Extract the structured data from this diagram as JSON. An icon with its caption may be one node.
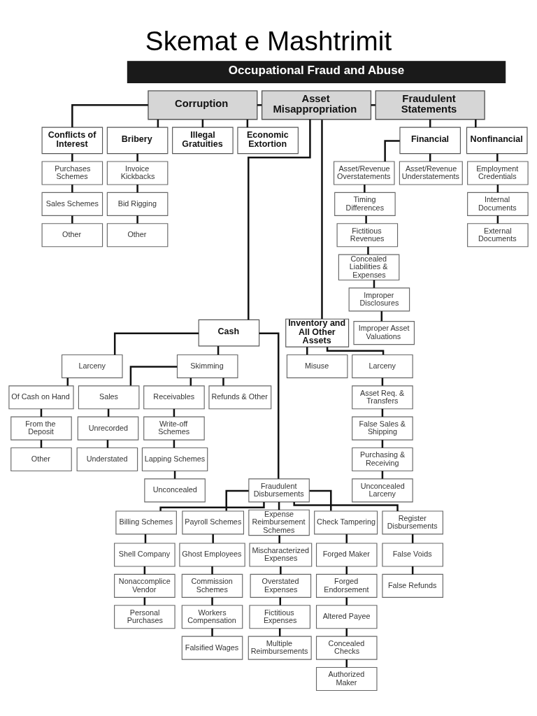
{
  "diagram": {
    "title": "Skemat e Mashtrimit",
    "nodes": [
      {
        "text": [
          "Occupational Fraud and Abuse"
        ]
      },
      {
        "text": [
          "Corruption"
        ]
      },
      {
        "text": [
          "Asset Misappropriation"
        ]
      },
      {
        "text": [
          "Fraudulent Statements"
        ]
      },
      {
        "text": [
          "Conflicts of Interest"
        ]
      },
      {
        "text": [
          "Bribery"
        ]
      },
      {
        "text": [
          "Illegal Gratuities"
        ]
      },
      {
        "text": [
          "Economic Extortion"
        ]
      },
      {
        "text": [
          "Purchases Schemes"
        ]
      },
      {
        "text": [
          "Sales Schemes"
        ]
      },
      {
        "text": [
          "Other"
        ]
      },
      {
        "text": [
          "Invoice Kickbacks"
        ]
      },
      {
        "text": [
          "Bid Rigging"
        ]
      },
      {
        "text": [
          "Other"
        ]
      },
      {
        "text": [
          "Financial"
        ]
      },
      {
        "text": [
          "Nonfinancial"
        ]
      },
      {
        "text": [
          "Asset/Revenue Overstatements"
        ]
      },
      {
        "text": [
          "Asset/Revenue Understatements"
        ]
      },
      {
        "text": [
          "Timing Differences"
        ]
      },
      {
        "text": [
          "Fictitious Revenues"
        ]
      },
      {
        "text": [
          "Concealed Liabilities & Expenses"
        ]
      },
      {
        "text": [
          "Improper Disclosures"
        ]
      },
      {
        "text": [
          "Improper Asset Valuations"
        ]
      },
      {
        "text": [
          "Employment Credentials"
        ]
      },
      {
        "text": [
          "Internal Documents"
        ]
      },
      {
        "text": [
          "External Documents"
        ]
      },
      {
        "text": [
          "Cash"
        ]
      },
      {
        "text": [
          "Inventory and All Other Assets"
        ]
      },
      {
        "text": [
          "Larceny"
        ]
      },
      {
        "text": [
          "Skimming"
        ]
      },
      {
        "text": [
          "Misuse"
        ]
      },
      {
        "text": [
          "Larceny"
        ]
      },
      {
        "text": [
          "Of Cash on Hand"
        ]
      },
      {
        "text": [
          "From the Deposit"
        ]
      },
      {
        "text": [
          "Other"
        ]
      },
      {
        "text": [
          "Sales"
        ]
      },
      {
        "text": [
          "Receivables"
        ]
      },
      {
        "text": [
          "Refunds & Other"
        ]
      },
      {
        "text": [
          "Unrecorded"
        ]
      },
      {
        "text": [
          "Write-off Schemes"
        ]
      },
      {
        "text": [
          "Understated"
        ]
      },
      {
        "text": [
          "Lapping Schemes"
        ]
      },
      {
        "text": [
          "Unconcealed"
        ]
      },
      {
        "text": [
          "Asset Req. & Transfers"
        ]
      },
      {
        "text": [
          "False Sales & Shipping"
        ]
      },
      {
        "text": [
          "Purchasing & Receiving"
        ]
      },
      {
        "text": [
          "Unconcealed Larceny"
        ]
      },
      {
        "text": [
          "Fraudulent Disbursements"
        ]
      },
      {
        "text": [
          "Billing Schemes"
        ]
      },
      {
        "text": [
          "Payroll Schemes"
        ]
      },
      {
        "text": [
          "Expense Reimbursement Schemes"
        ]
      },
      {
        "text": [
          "Check Tampering"
        ]
      },
      {
        "text": [
          "Register Disbursements"
        ]
      },
      {
        "text": [
          "Shell Company"
        ]
      },
      {
        "text": [
          "Ghost Employees"
        ]
      },
      {
        "text": [
          "Mischaracterized Expenses"
        ]
      },
      {
        "text": [
          "Forged Maker"
        ]
      },
      {
        "text": [
          "False Voids"
        ]
      },
      {
        "text": [
          "Nonaccomplice Vendor"
        ]
      },
      {
        "text": [
          "Commission Schemes"
        ]
      },
      {
        "text": [
          "Overstated Expenses"
        ]
      },
      {
        "text": [
          "Forged Endorsement"
        ]
      },
      {
        "text": [
          "False Refunds"
        ]
      },
      {
        "text": [
          "Personal Purchases"
        ]
      },
      {
        "text": [
          "Workers Compensation"
        ]
      },
      {
        "text": [
          "Fictitious Expenses"
        ]
      },
      {
        "text": [
          "Altered Payee"
        ]
      },
      {
        "text": [
          "Falsified Wages"
        ]
      },
      {
        "text": [
          "Multiple Reimbursements"
        ]
      },
      {
        "text": [
          "Concealed Checks"
        ]
      },
      {
        "text": [
          "Authorized Maker"
        ]
      }
    ],
    "edges": [
      {
        "from": 1,
        "to": 2,
        "arrow": "none"
      },
      {
        "from": 2,
        "to": 3,
        "arrow": "none"
      },
      {
        "from": 1,
        "to": 4,
        "arrow": "none"
      },
      {
        "from": 1,
        "to": 5,
        "arrow": "none"
      },
      {
        "from": 1,
        "to": 6,
        "arrow": "none"
      },
      {
        "from": 1,
        "to": 7,
        "arrow": "none"
      },
      {
        "from": 4,
        "to": 8,
        "arrow": "none"
      },
      {
        "from": 8,
        "to": 9,
        "arrow": "none"
      },
      {
        "from": 9,
        "to": 10,
        "arrow": "none"
      },
      {
        "from": 5,
        "to": 11,
        "arrow": "none"
      },
      {
        "from": 11,
        "to": 12,
        "arrow": "none"
      },
      {
        "from": 12,
        "to": 13,
        "arrow": "none"
      },
      {
        "from": 3,
        "to": 14,
        "arrow": "none"
      },
      {
        "from": 3,
        "to": 15,
        "arrow": "none"
      },
      {
        "from": 14,
        "to": 16,
        "arrow": "none"
      },
      {
        "from": 14,
        "to": 17,
        "arrow": "none"
      },
      {
        "from": 16,
        "to": 18,
        "arrow": "none"
      },
      {
        "from": 18,
        "to": 19,
        "arrow": "none"
      },
      {
        "from": 19,
        "to": 20,
        "arrow": "none"
      },
      {
        "from": 20,
        "to": 21,
        "arrow": "none"
      },
      {
        "from": 21,
        "to": 22,
        "arrow": "none"
      },
      {
        "from": 15,
        "to": 23,
        "arrow": "none"
      },
      {
        "from": 23,
        "to": 24,
        "arrow": "none"
      },
      {
        "from": 24,
        "to": 25,
        "arrow": "none"
      },
      {
        "from": 2,
        "to": 26,
        "arrow": "none"
      },
      {
        "from": 2,
        "to": 27,
        "arrow": "none"
      },
      {
        "from": 26,
        "to": 28,
        "arrow": "none"
      },
      {
        "from": 26,
        "to": 29,
        "arrow": "none"
      },
      {
        "from": 26,
        "to": 47,
        "arrow": "none"
      },
      {
        "from": 28,
        "to": 32,
        "arrow": "none"
      },
      {
        "from": 32,
        "to": 33,
        "arrow": "none"
      },
      {
        "from": 33,
        "to": 34,
        "arrow": "none"
      },
      {
        "from": 29,
        "to": 35,
        "arrow": "none"
      },
      {
        "from": 29,
        "to": 36,
        "arrow": "none"
      },
      {
        "from": 29,
        "to": 37,
        "arrow": "none"
      },
      {
        "from": 35,
        "to": 38,
        "arrow": "none"
      },
      {
        "from": 38,
        "to": 40,
        "arrow": "none"
      },
      {
        "from": 36,
        "to": 39,
        "arrow": "none"
      },
      {
        "from": 39,
        "to": 41,
        "arrow": "none"
      },
      {
        "from": 41,
        "to": 42,
        "arrow": "none"
      },
      {
        "from": 27,
        "to": 30,
        "arrow": "none"
      },
      {
        "from": 27,
        "to": 31,
        "arrow": "none"
      },
      {
        "from": 31,
        "to": 43,
        "arrow": "none"
      },
      {
        "from": 43,
        "to": 44,
        "arrow": "none"
      },
      {
        "from": 44,
        "to": 45,
        "arrow": "none"
      },
      {
        "from": 45,
        "to": 46,
        "arrow": "none"
      },
      {
        "from": 47,
        "to": 48,
        "arrow": "none"
      },
      {
        "from": 47,
        "to": 49,
        "arrow": "none"
      },
      {
        "from": 47,
        "to": 50,
        "arrow": "none"
      },
      {
        "from": 47,
        "to": 51,
        "arrow": "none"
      },
      {
        "from": 47,
        "to": 52,
        "arrow": "none"
      },
      {
        "from": 48,
        "to": 53,
        "arrow": "none"
      },
      {
        "from": 53,
        "to": 58,
        "arrow": "none"
      },
      {
        "from": 58,
        "to": 63,
        "arrow": "none"
      },
      {
        "from": 49,
        "to": 54,
        "arrow": "none"
      },
      {
        "from": 54,
        "to": 59,
        "arrow": "none"
      },
      {
        "from": 59,
        "to": 64,
        "arrow": "none"
      },
      {
        "from": 64,
        "to": 67,
        "arrow": "none"
      },
      {
        "from": 50,
        "to": 55,
        "arrow": "none"
      },
      {
        "from": 55,
        "to": 60,
        "arrow": "none"
      },
      {
        "from": 60,
        "to": 65,
        "arrow": "none"
      },
      {
        "from": 65,
        "to": 68,
        "arrow": "none"
      },
      {
        "from": 51,
        "to": 56,
        "arrow": "none"
      },
      {
        "from": 56,
        "to": 61,
        "arrow": "none"
      },
      {
        "from": 61,
        "to": 66,
        "arrow": "none"
      },
      {
        "from": 66,
        "to": 69,
        "arrow": "none"
      },
      {
        "from": 69,
        "to": 70,
        "arrow": "none"
      },
      {
        "from": 52,
        "to": 57,
        "arrow": "none"
      },
      {
        "from": 57,
        "to": 62,
        "arrow": "none"
      }
    ]
  }
}
